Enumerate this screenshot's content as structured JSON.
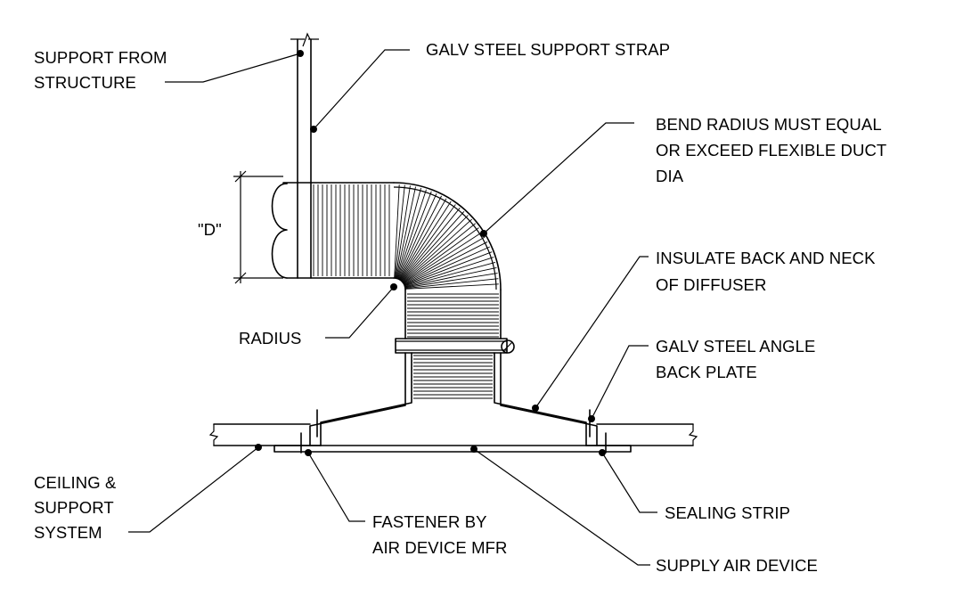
{
  "labels": {
    "support_from_structure": [
      "SUPPORT FROM",
      "STRUCTURE"
    ],
    "galv_steel_support_strap": "GALV STEEL SUPPORT STRAP",
    "bend_radius": [
      "BEND RADIUS MUST EQUAL",
      "OR EXCEED FLEXIBLE DUCT",
      "DIA"
    ],
    "d_dimension": "\"D\"",
    "radius": "RADIUS",
    "insulate_back": [
      "INSULATE BACK AND NECK",
      "OF DIFFUSER"
    ],
    "galv_steel_angle": [
      "GALV STEEL ANGLE",
      "BACK PLATE"
    ],
    "ceiling_support": [
      "CEILING &",
      "SUPPORT",
      "SYSTEM"
    ],
    "fastener": [
      "FASTENER BY",
      "AIR DEVICE MFR"
    ],
    "sealing_strip": "SEALING STRIP",
    "supply_air_device": "SUPPLY AIR DEVICE"
  }
}
